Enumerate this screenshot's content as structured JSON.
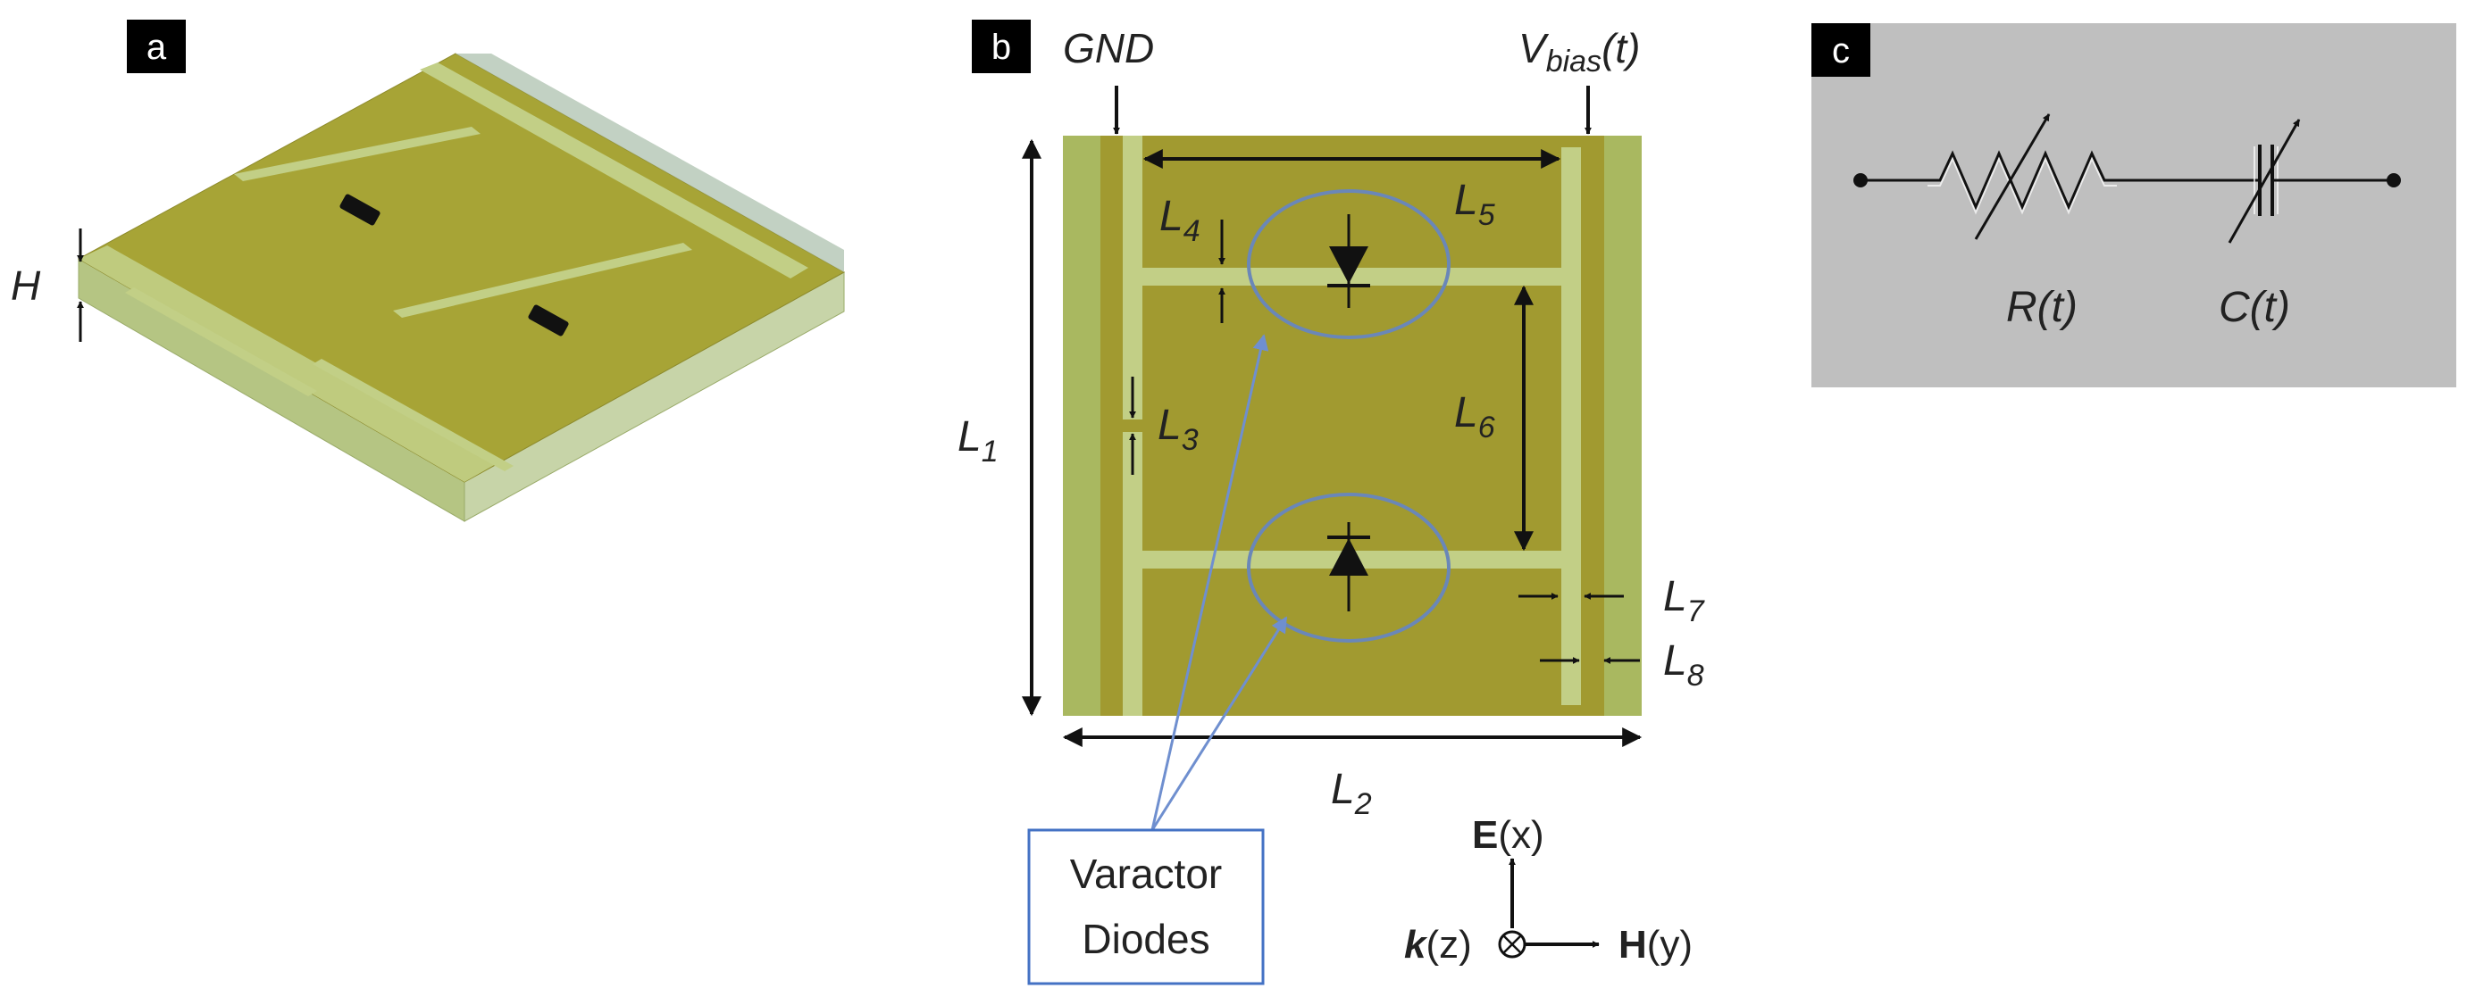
{
  "panels": {
    "a": {
      "letter": "a",
      "height_label": "H"
    },
    "b": {
      "letter": "b",
      "gnd_label": "GND",
      "vbias_main": "V",
      "vbias_sub": "bias",
      "vbias_tail": "(t)",
      "dimensions": {
        "L1": {
          "main": "L",
          "sub": "1"
        },
        "L2": {
          "main": "L",
          "sub": "2"
        },
        "L3": {
          "main": "L",
          "sub": "3"
        },
        "L4": {
          "main": "L",
          "sub": "4"
        },
        "L5": {
          "main": "L",
          "sub": "5"
        },
        "L6": {
          "main": "L",
          "sub": "6"
        },
        "L7": {
          "main": "L",
          "sub": "7"
        },
        "L8": {
          "main": "L",
          "sub": "8"
        }
      },
      "callout_line1": "Varactor",
      "callout_line2": "Diodes",
      "axes": {
        "e_bold": "E",
        "e_rest": "(x)",
        "h_bold": "H",
        "h_rest": "(y)",
        "k_bold": "k",
        "k_rest": "(z)"
      }
    },
    "c": {
      "letter": "c",
      "resistor_label": "R(t)",
      "capacitor_label": "C(t)"
    }
  },
  "colors": {
    "substrate_top": "#a7a436",
    "substrate_side": "#b9c98a",
    "strip": "#c2cf86",
    "pcb_frame": "#a9b860",
    "pcb_inner": "#a19a30",
    "circuit_bg": "#bfbfbf",
    "callout": "#4472c4"
  }
}
